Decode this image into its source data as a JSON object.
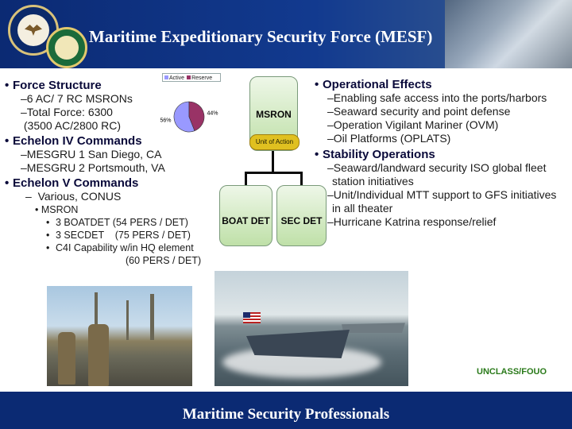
{
  "header": {
    "title": "Maritime Expeditionary Security Force (MESF)"
  },
  "left": {
    "force_structure": {
      "heading": "Force Structure",
      "items": [
        "–6 AC/ 7 RC MSRONs",
        "–Total Force: 6300",
        " (3500 AC/2800 RC)"
      ]
    },
    "echelon4": {
      "heading": "Echelon IV Commands",
      "items": [
        "–MESGRU 1 San Diego, CA",
        "–MESGRU 2 Portsmouth, VA"
      ]
    },
    "echelon5": {
      "heading": "Echelon V Commands",
      "item": "–  Various, CONUS",
      "msron": "• MSRON",
      "subitems": [
        "3 BOATDET (54 PERS / DET)",
        "3 SECDET    (75 PERS / DET)",
        "C4I Capability w/in HQ element"
      ],
      "subitem_cont": "(60 PERS / DET)"
    }
  },
  "chart_data": {
    "type": "pie",
    "categories": [
      "Active",
      "Reserve"
    ],
    "values": [
      56,
      44
    ],
    "labels": [
      "56%",
      "44%"
    ],
    "colors": [
      "#9999ff",
      "#993366"
    ],
    "legend": "top"
  },
  "org": {
    "top": "MSRON",
    "unit_of_action": "Unit of Action",
    "left_child": "BOAT DET",
    "right_child": "SEC DET"
  },
  "right": {
    "effects": {
      "heading": "Operational Effects",
      "items": [
        "–Enabling safe access into the ports/harbors",
        "–Seaward security and point defense",
        "–Operation Vigilant Mariner (OVM)",
        "–Oil Platforms (OPLATS)"
      ]
    },
    "stability": {
      "heading": "Stability Operations",
      "items": [
        "–Seaward/landward security ISO global fleet station initiatives",
        "–Unit/Individual MTT support to GFS initiatives in all theater",
        "–Hurricane Katrina response/relief"
      ]
    }
  },
  "classification": "UNCLASS/FOUO",
  "footer": {
    "text": "Maritime Security Professionals"
  }
}
